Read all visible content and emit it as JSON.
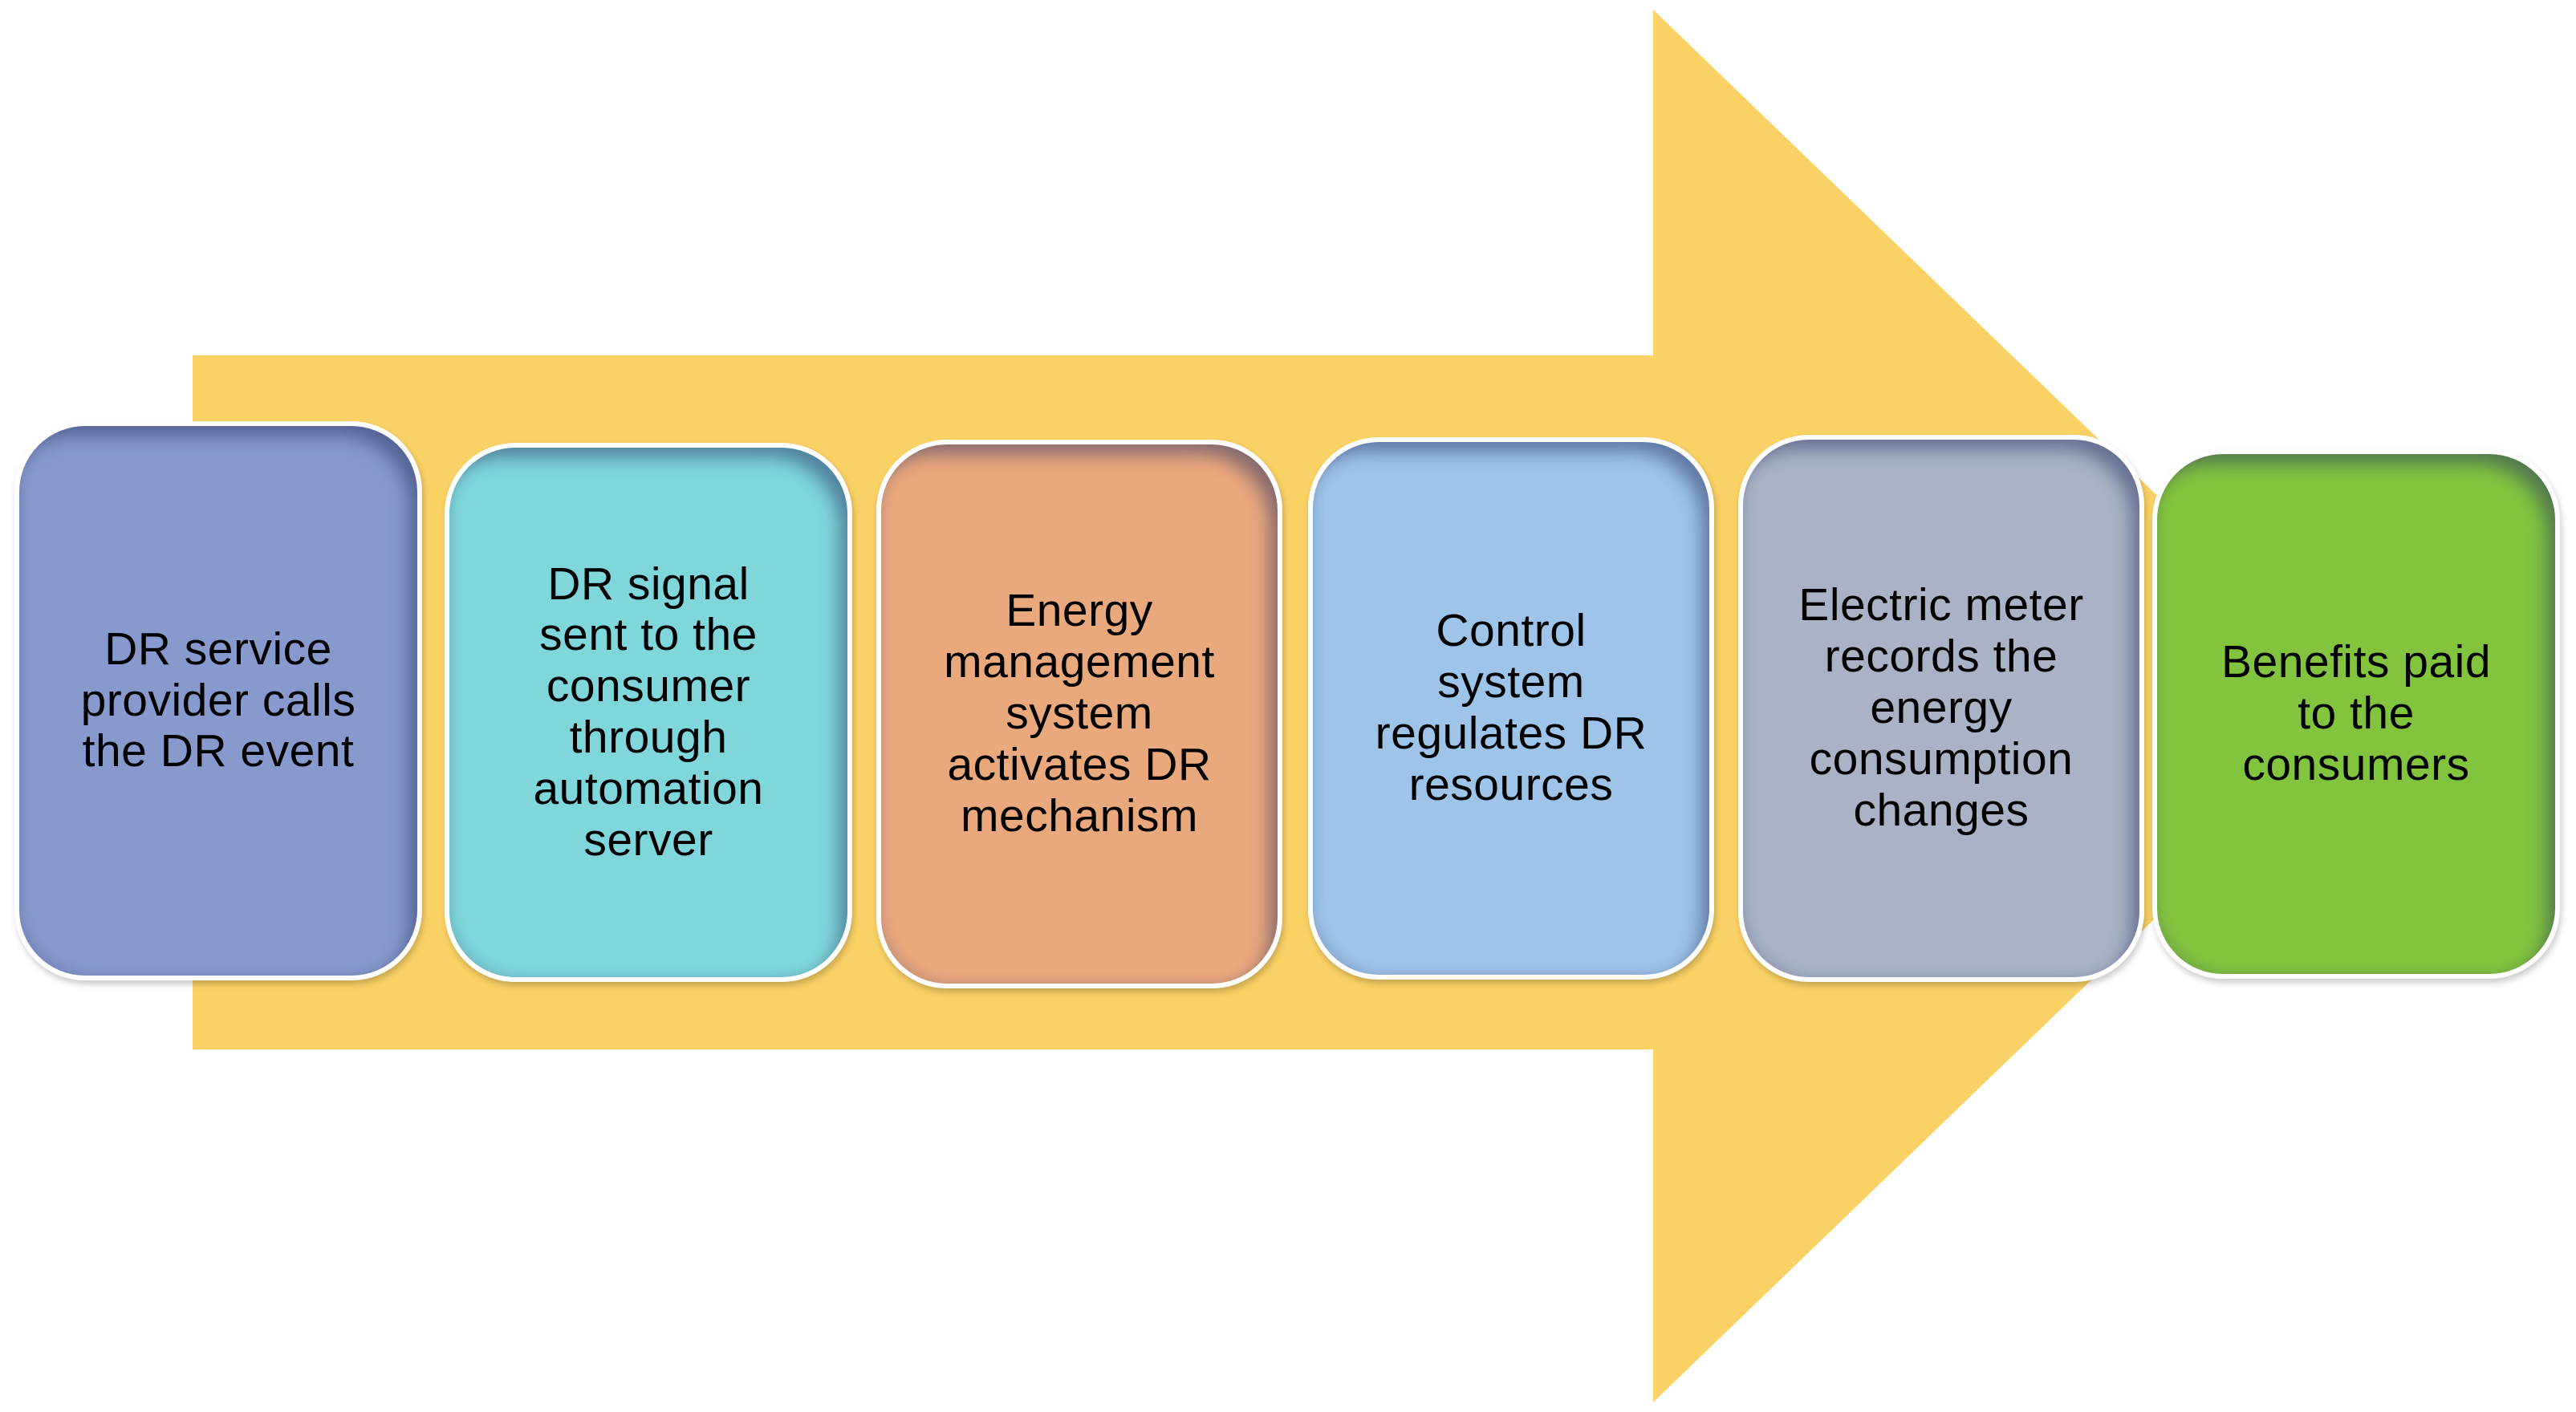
{
  "diagram": {
    "type": "process-flow",
    "background_color": "#FFFFFF",
    "text_color": "#000000",
    "arrow": {
      "name": "right-arrow",
      "color": "#FAD164"
    },
    "steps": [
      {
        "id": 1,
        "label": "DR service\nprovider calls\nthe DR event",
        "color": "#8799CD"
      },
      {
        "id": 2,
        "label": "DR signal\nsent to the\nconsumer\nthrough\nautomation\nserver",
        "color": "#7FD7DB"
      },
      {
        "id": 3,
        "label": "Energy\nmanagement\nsystem\nactivates DR\nmechanism",
        "color": "#EAA87D"
      },
      {
        "id": 4,
        "label": "Control\nsystem\nregulates DR\nresources",
        "color": "#9EC4E9"
      },
      {
        "id": 5,
        "label": "Electric meter\nrecords the\nenergy\nconsumption\nchanges",
        "color": "#A9B3C5"
      },
      {
        "id": 6,
        "label": "Benefits paid\nto the\nconsumers",
        "color": "#83C43F"
      }
    ]
  }
}
